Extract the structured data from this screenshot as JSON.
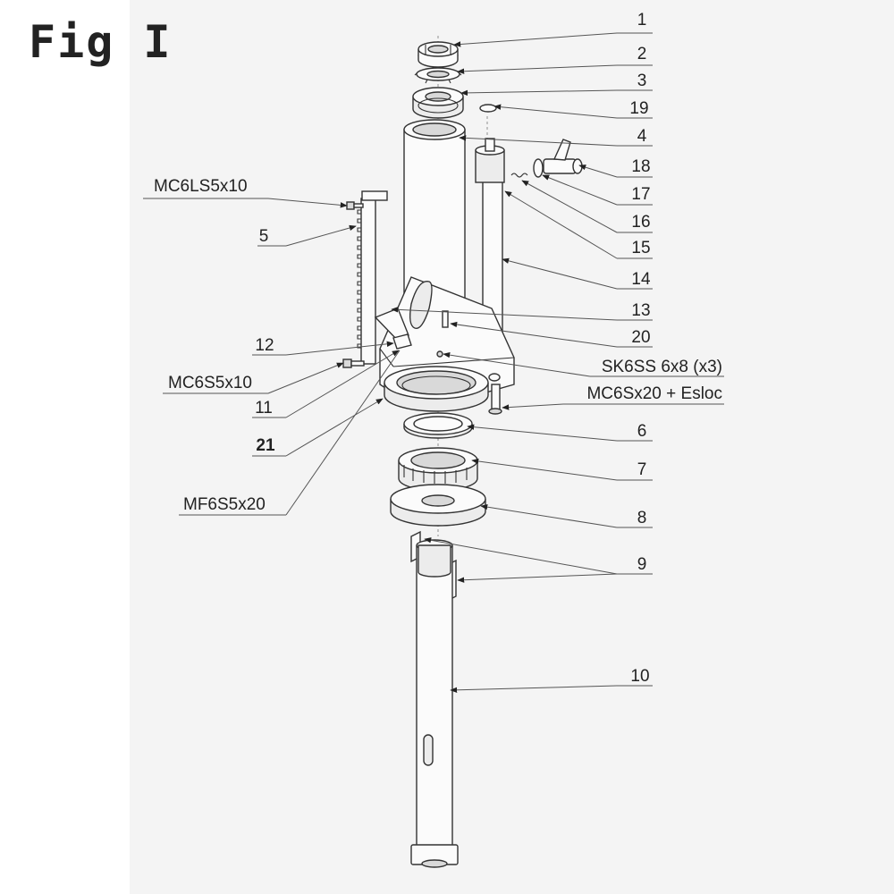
{
  "figure": {
    "title": "Fig I"
  },
  "callouts": [
    {
      "id": "c1",
      "label": "1"
    },
    {
      "id": "c2",
      "label": "2"
    },
    {
      "id": "c3",
      "label": "3"
    },
    {
      "id": "c19",
      "label": "19"
    },
    {
      "id": "c4",
      "label": "4"
    },
    {
      "id": "c18",
      "label": "18"
    },
    {
      "id": "c17",
      "label": "17"
    },
    {
      "id": "c16",
      "label": "16"
    },
    {
      "id": "c15",
      "label": "15"
    },
    {
      "id": "c14",
      "label": "14"
    },
    {
      "id": "c13",
      "label": "13"
    },
    {
      "id": "c20",
      "label": "20"
    },
    {
      "id": "c-sk6ss",
      "label": "SK6SS 6x8 (x3)"
    },
    {
      "id": "c-mc6sx20",
      "label": "MC6Sx20 + Esloc"
    },
    {
      "id": "c6",
      "label": "6"
    },
    {
      "id": "c7",
      "label": "7"
    },
    {
      "id": "c8",
      "label": "8"
    },
    {
      "id": "c9",
      "label": "9"
    },
    {
      "id": "c10",
      "label": "10"
    },
    {
      "id": "c-mc6ls5x10",
      "label": "MC6LS5x10"
    },
    {
      "id": "c5",
      "label": "5"
    },
    {
      "id": "c12",
      "label": "12"
    },
    {
      "id": "c-mc6s5x10",
      "label": "MC6S5x10"
    },
    {
      "id": "c11",
      "label": "11"
    },
    {
      "id": "c21",
      "label": "21"
    },
    {
      "id": "c-mf6s5x20",
      "label": "MF6S5x20"
    }
  ]
}
